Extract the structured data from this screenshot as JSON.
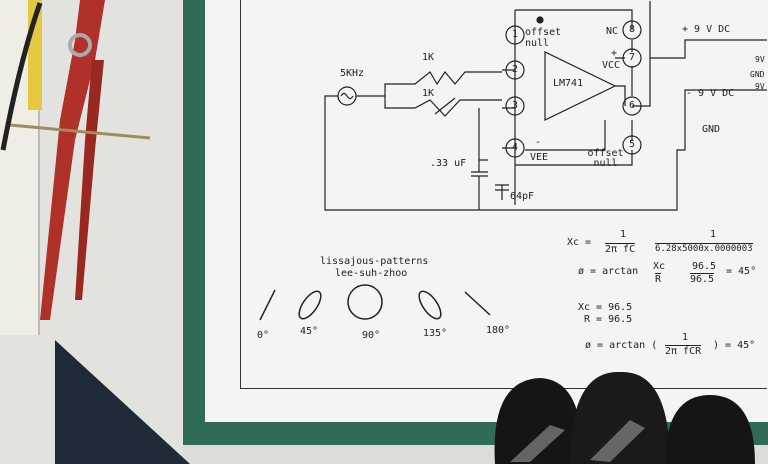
{
  "schematic": {
    "source_label": "5KHz",
    "r1": "1K",
    "r2": "1K",
    "cap": ".33 uF",
    "cap2": "64pF",
    "ic": "LM741",
    "pins": [
      "1",
      "2",
      "3",
      "4",
      "5",
      "6",
      "7",
      "8"
    ],
    "pin1_label": "offset null",
    "pin5_label": "offset null",
    "nc": "NC",
    "vcc": "VCC",
    "vee": "VEE",
    "plus": "+",
    "minus": "-",
    "pos_supply": "+ 9 V DC",
    "neg_supply": "- 9 V DC",
    "gnd": "GND",
    "edge_labels": [
      "9V",
      "GND",
      "9V"
    ]
  },
  "lissajous": {
    "title": "lissajous-patterns",
    "pronunciation": "lee-suh-zhoo",
    "angles": [
      "0°",
      "45°",
      "90°",
      "135°",
      "180°"
    ]
  },
  "equations": {
    "xc_formula_lhs": "Xc =",
    "xc_num": "1",
    "xc_den": "2π fC",
    "xc_num2": "1",
    "xc_den2": "6.28x5000x.0000003",
    "phi_line1": "ø = arctan",
    "phi_frac_num": "Xc",
    "phi_frac_den": "R",
    "phi_num": "96.5",
    "phi_den": "96.5",
    "phi_result": "= 45°",
    "xc_value": "Xc = 96.5",
    "r_value": "R = 96.5",
    "phi_line2": "ø = arctan (",
    "phi2_num": "1",
    "phi2_den": "2π fCR",
    "phi2_result": ") = 45°"
  },
  "colors": {
    "mat": "#2f6b55",
    "paper": "#f4f4f2",
    "ink": "#222222",
    "caliper": "#b0302a"
  }
}
